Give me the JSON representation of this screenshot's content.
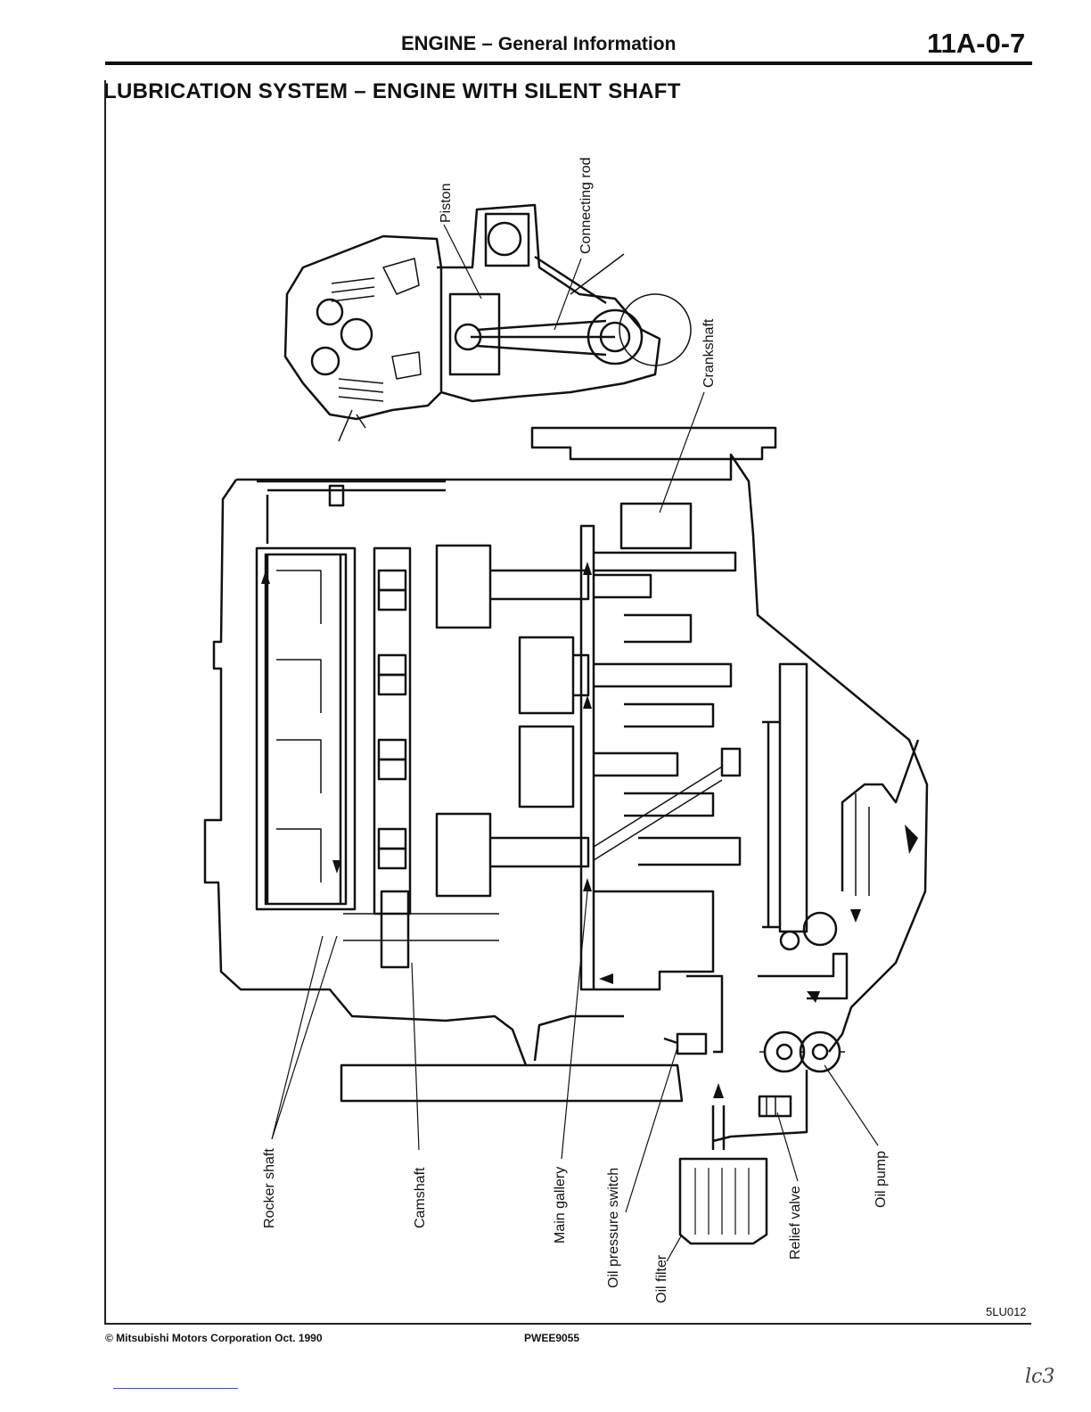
{
  "header": {
    "title": "ENGINE",
    "dash": "–",
    "subtitle": "General Information",
    "page_number": "11A-0-7"
  },
  "section_title": "LUBRICATION SYSTEM – ENGINE WITH SILENT SHAFT",
  "diagram": {
    "figure_code": "5LU012",
    "labels": {
      "piston": "Piston",
      "connecting_rod": "Connecting rod",
      "crankshaft": "Crankshaft",
      "rocker_shaft": "Rocker shaft",
      "camshaft": "Camshaft",
      "main_gallery": "Main gallery",
      "oil_pressure_switch": "Oil pressure switch",
      "oil_filter": "Oil filter",
      "relief_valve": "Relief valve",
      "oil_pump": "Oil pump"
    }
  },
  "footer": {
    "copyright": "© Mitsubishi Motors Corporation   Oct. 1990",
    "doc_code": "PWEE9055"
  },
  "handwritten_note": "lc3"
}
